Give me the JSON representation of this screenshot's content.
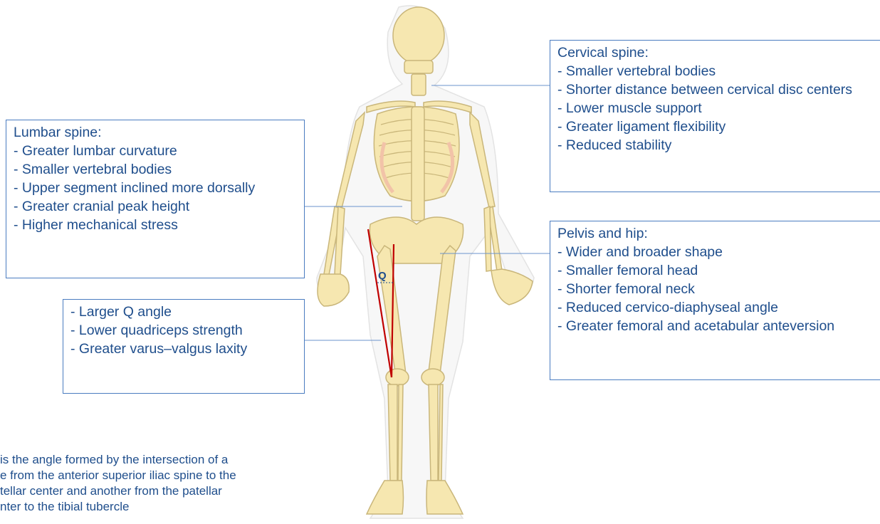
{
  "lumbar": {
    "title": "Lumbar spine:",
    "items": [
      "Greater lumbar curvature",
      "Smaller vertebral bodies",
      "Upper segment inclined more dorsally",
      "Greater cranial peak height",
      "Higher mechanical stress"
    ]
  },
  "cervical": {
    "title": "Cervical spine:",
    "items": [
      "Smaller vertebral bodies",
      "Shorter distance between cervical disc centers",
      "Lower muscle support",
      "Greater ligament flexibility",
      "Reduced stability"
    ]
  },
  "pelvis": {
    "title": "Pelvis and hip:",
    "items": [
      "Wider and broader shape",
      "Smaller femoral head",
      "Shorter femoral neck",
      "Reduced cervico-diaphyseal angle",
      "Greater femoral and acetabular anteversion"
    ]
  },
  "knee": {
    "items": [
      "Larger Q angle",
      "Lower quadriceps strength",
      "Greater varus–valgus laxity"
    ]
  },
  "q_label": "Q",
  "footnote": {
    "lines": [
      " is the angle formed by the intersection of a",
      "e from the anterior superior iliac spine to the",
      "tellar center and another from the patellar",
      "nter to the tibial tubercle"
    ]
  },
  "colors": {
    "text": "#1f4e8c",
    "border": "#4a7cc0",
    "bone": "#f6e7b0",
    "bone_outline": "#c9b67a",
    "cartilage": "#f2c3a8",
    "q_lines": "#c00000"
  },
  "icons": [
    "skeleton-illustration"
  ]
}
